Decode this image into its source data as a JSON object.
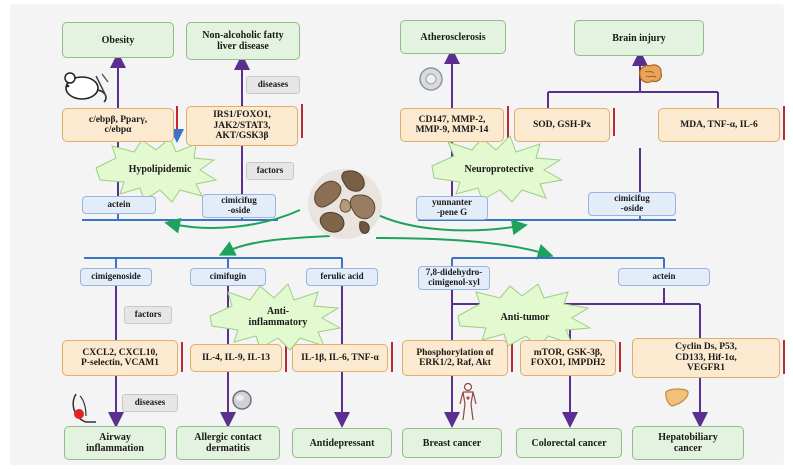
{
  "diseases": {
    "obesity": "Obesity",
    "nafld": "Non-alcoholic fatty\nliver disease",
    "atherosclerosis": "Atherosclerosis",
    "brain_injury": "Brain injury",
    "airway": "Airway\ninflammation",
    "dermatitis": "Allergic contact\ndermatitis",
    "antidepressant": "Antidepressant",
    "breast": "Breast cancer",
    "colorectal": "Colorectal cancer",
    "hepatobiliary": "Hepatobiliary\ncancer"
  },
  "targets": {
    "cebp": "c/ebpβ, Pparγ,\nc/ebpα",
    "irs1": "IRS1/FOXO1,\nJAK2/STAT3,\nAKT/GSK3β",
    "cd147": "CD147, MMP-2,\nMMP-9, MMP-14",
    "sod": "SOD, GSH-Px",
    "mda": "MDA, TNF-α, IL-6",
    "cxcl": "CXCL2, CXCL10,\nP-selectin, VCAM1",
    "il4": "IL-4, IL-9, IL-13",
    "il1": "IL-1β, IL-6, TNF-α",
    "erk": "Phosphorylation of\nERK1/2, Raf, Akt",
    "mtor": "mTOR, GSK-3β,\nFOXO1, IMPDH2",
    "cyclin": "Cyclin Ds, P53,\nCD133, Hif-1α,\nVEGFR1"
  },
  "compounds": {
    "actein_top": "actein",
    "cimicifugoside_top": "cimicifug\n-oside",
    "yunnanterpene": "yunnanter\n-pene G",
    "cimicifugoside_right": "cimicifug\n-oside",
    "cimigenoside": "cimigenoside",
    "cimifugin": "cimifugin",
    "ferulic": "ferulic acid",
    "didehydro": "7,8-didehydro-\ncimigenol-xyl",
    "actein_bottom": "actein"
  },
  "tags": {
    "diseases_top": "diseases",
    "factors_top": "factors",
    "factors_bottom": "factors",
    "diseases_bottom": "diseases"
  },
  "effects": {
    "hypolipidemic": "Hypolipidemic",
    "neuroprotective": "Neuroprotective",
    "anti_inflammatory": "Anti-\ninflammatory",
    "anti_tumor": "Anti-tumor"
  },
  "icons": {
    "mouse": "mouse-icon",
    "vessel": "blood-vessel-icon",
    "brain": "brain-icon",
    "throat": "throat-icon",
    "skin": "skin-cell-icon",
    "body": "female-body-icon",
    "liver": "liver-icon",
    "herb": "cimicifuga-rhizome-icon"
  },
  "colors": {
    "arrow_purple": "#5a2f8f",
    "arrow_blue": "#3a74c4",
    "arrow_green": "#1fa35c",
    "regulation_red": "#c0282b",
    "burst_fill": "#e3f9cf"
  }
}
